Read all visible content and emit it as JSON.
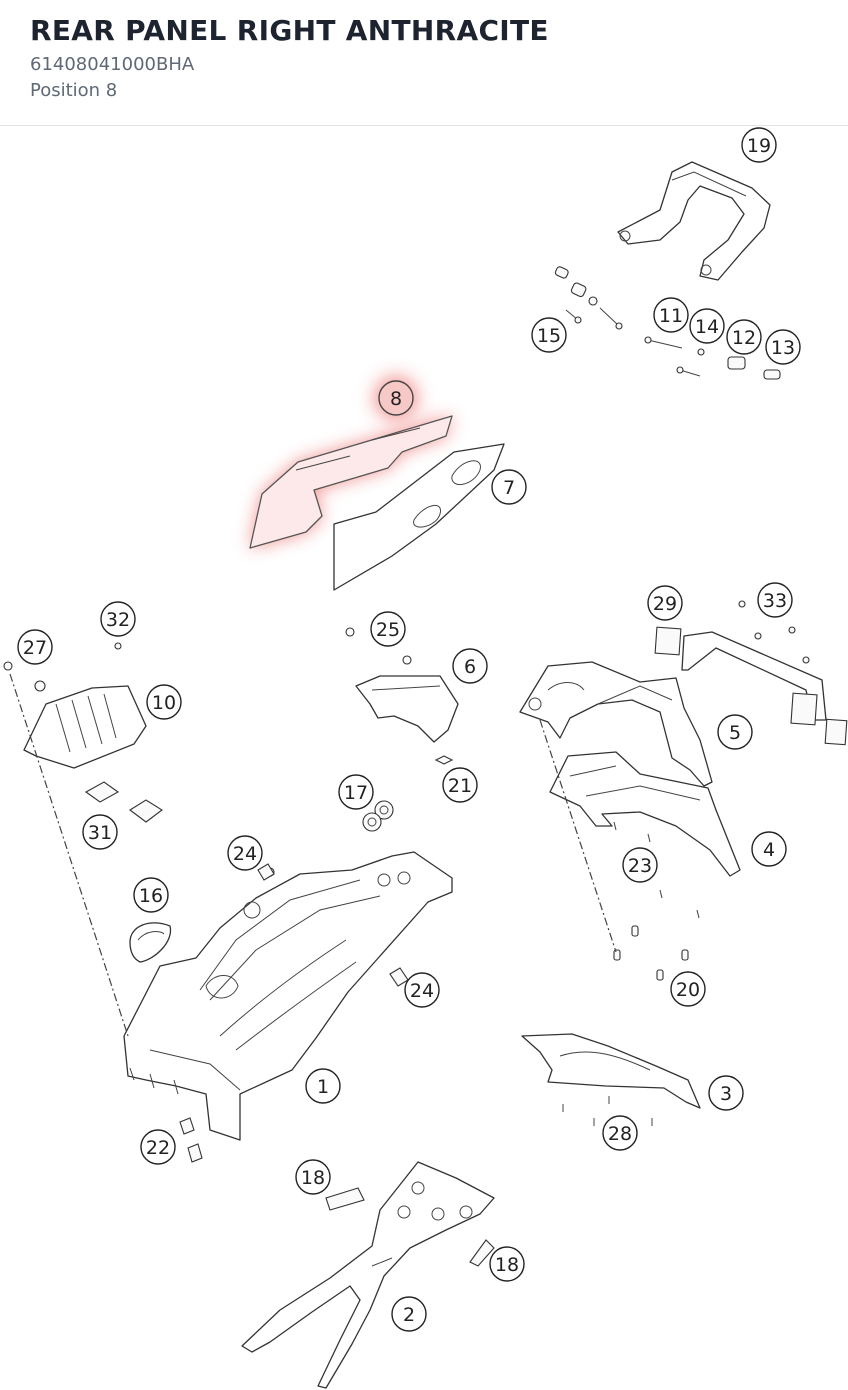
{
  "header": {
    "title": "REAR PANEL RIGHT ANTHRACITE",
    "part_number": "61408041000BHA",
    "position": "Position 8"
  },
  "diagram": {
    "highlight_color": "#e53935",
    "highlighted_callout": "8",
    "callouts": [
      {
        "id": "c1",
        "label": "1"
      },
      {
        "id": "c2",
        "label": "2"
      },
      {
        "id": "c3",
        "label": "3"
      },
      {
        "id": "c4",
        "label": "4"
      },
      {
        "id": "c5",
        "label": "5"
      },
      {
        "id": "c6",
        "label": "6"
      },
      {
        "id": "c7",
        "label": "7"
      },
      {
        "id": "c8",
        "label": "8"
      },
      {
        "id": "c10",
        "label": "10"
      },
      {
        "id": "c11",
        "label": "11"
      },
      {
        "id": "c12",
        "label": "12"
      },
      {
        "id": "c13",
        "label": "13"
      },
      {
        "id": "c14",
        "label": "14"
      },
      {
        "id": "c15",
        "label": "15"
      },
      {
        "id": "c16",
        "label": "16"
      },
      {
        "id": "c17",
        "label": "17"
      },
      {
        "id": "c18a",
        "label": "18"
      },
      {
        "id": "c18b",
        "label": "18"
      },
      {
        "id": "c19",
        "label": "19"
      },
      {
        "id": "c20",
        "label": "20"
      },
      {
        "id": "c21",
        "label": "21"
      },
      {
        "id": "c22",
        "label": "22"
      },
      {
        "id": "c23",
        "label": "23"
      },
      {
        "id": "c24a",
        "label": "24"
      },
      {
        "id": "c24b",
        "label": "24"
      },
      {
        "id": "c25",
        "label": "25"
      },
      {
        "id": "c27",
        "label": "27"
      },
      {
        "id": "c28",
        "label": "28"
      },
      {
        "id": "c29",
        "label": "29"
      },
      {
        "id": "c31",
        "label": "31"
      },
      {
        "id": "c32",
        "label": "32"
      },
      {
        "id": "c33",
        "label": "33"
      }
    ]
  }
}
